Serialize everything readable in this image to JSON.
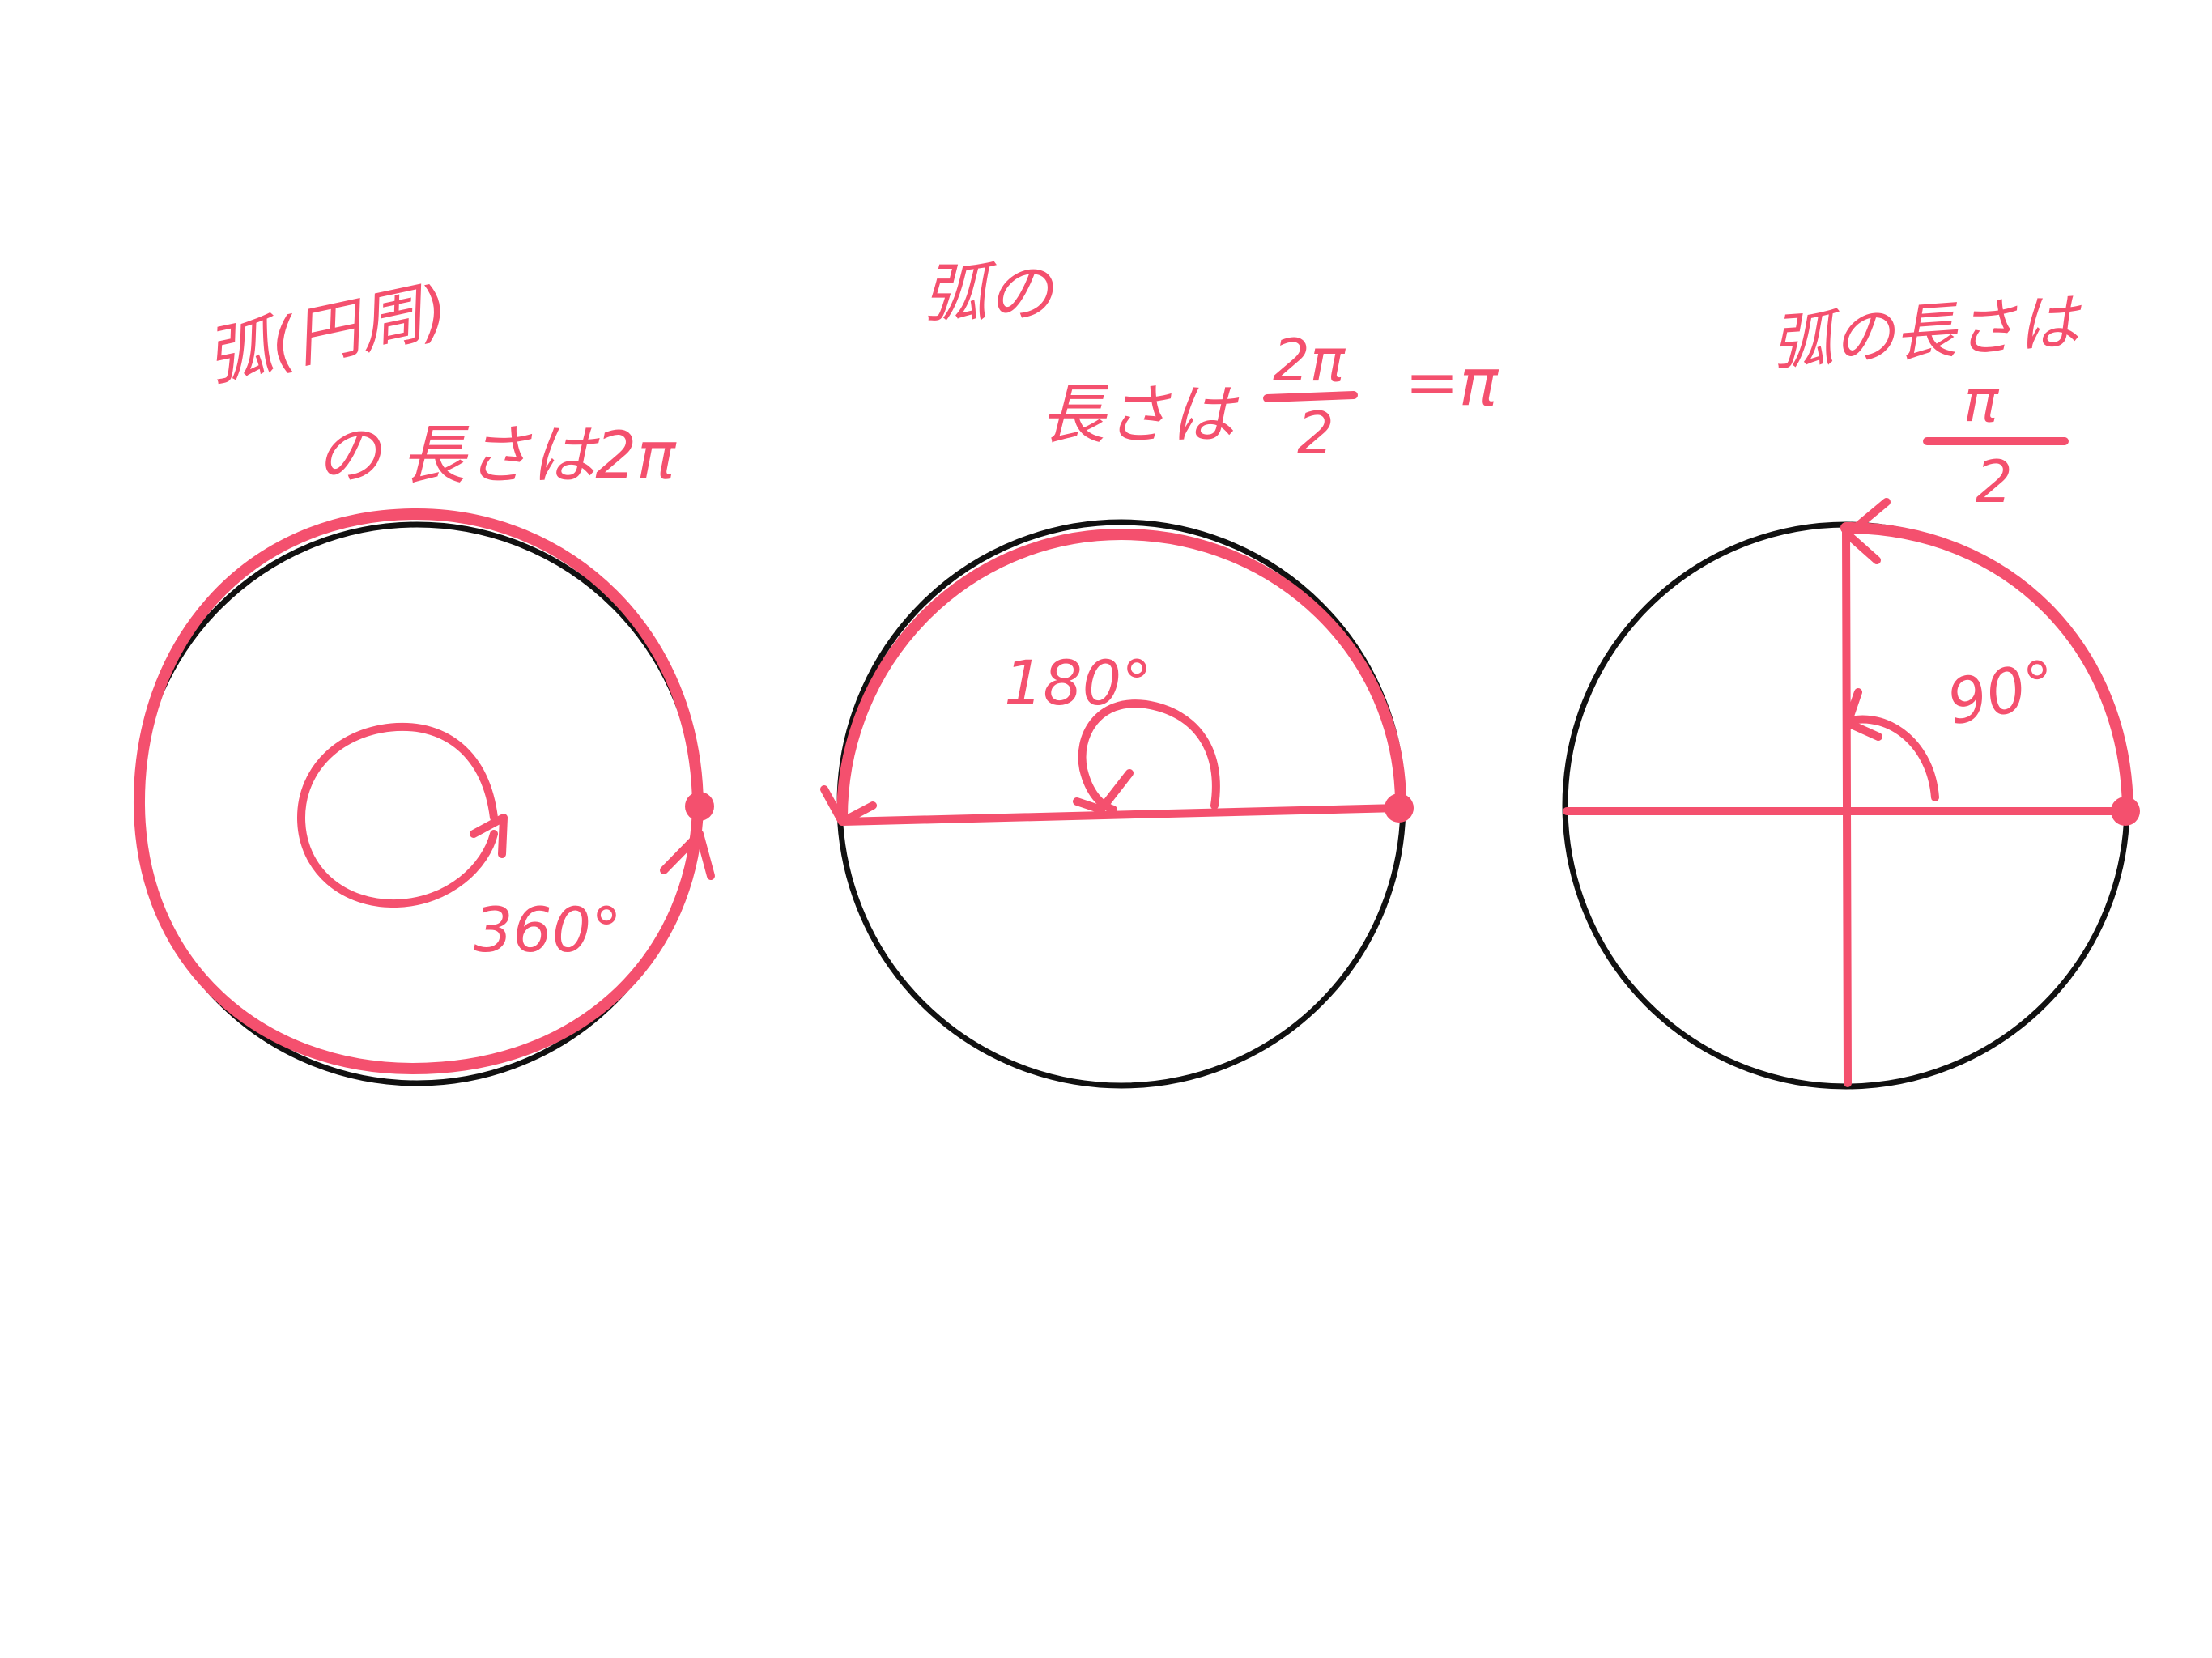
{
  "colors": {
    "ink": "#f4506e",
    "outline": "#111111",
    "background": "#ffffff"
  },
  "panels": [
    {
      "caption_line1": "弧(円周)",
      "caption_line2": "の 長さは2π",
      "angle_label": "360°"
    },
    {
      "caption_line1": "弧の",
      "caption_line2": "長さは",
      "fraction_numerator": "2π",
      "fraction_denominator": "2",
      "equals_result": "=π",
      "angle_label": "180°"
    },
    {
      "caption_line1": "弧の長さは",
      "fraction_numerator": "π",
      "fraction_denominator": "2",
      "angle_label": "90°"
    }
  ]
}
